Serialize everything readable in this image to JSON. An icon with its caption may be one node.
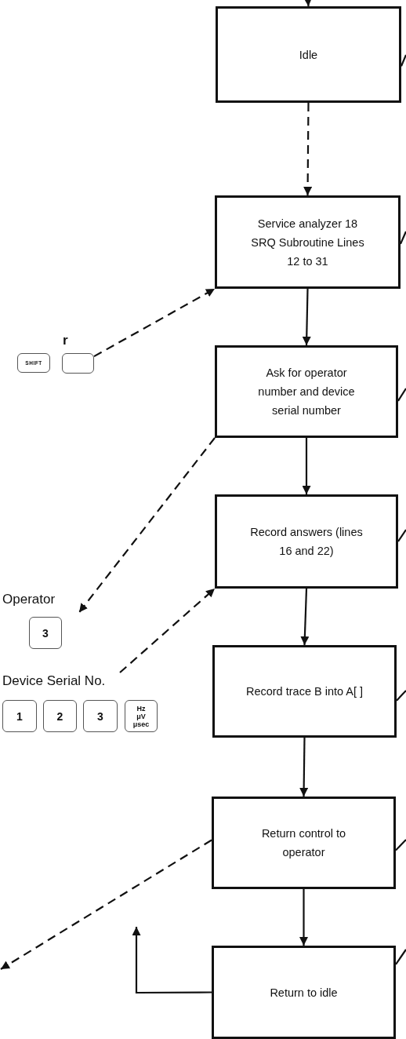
{
  "diagram": {
    "nodes": [
      {
        "text": [
          "Idle"
        ]
      },
      {
        "text": [
          "Service analyzer 18 SRQ Subroutine Lines 12 to 31"
        ]
      },
      {
        "text": [
          "SHIFT"
        ]
      },
      {
        "text": [
          "r"
        ]
      },
      {
        "text": [
          "Ask for operator number and device serial number"
        ]
      },
      {
        "text": [
          "Record answers (lines 16 and 22)"
        ]
      },
      {
        "text": [
          "Operator"
        ]
      },
      {
        "text": [
          "3"
        ]
      },
      {
        "text": [
          "Device Serial No."
        ]
      },
      {
        "text": [
          "1"
        ]
      },
      {
        "text": [
          "2"
        ]
      },
      {
        "text": [
          "3"
        ]
      },
      {
        "text": [
          "Hz μV μsec"
        ]
      },
      {
        "text": [
          "Record trace B into A[ ]"
        ]
      },
      {
        "text": [
          "Return control to operator"
        ]
      },
      {
        "text": [
          "Return to idle"
        ]
      }
    ],
    "edges": [
      {
        "from": null,
        "to": 0,
        "arrow": "to"
      },
      {
        "from": 0,
        "to": 1,
        "arrow": "to",
        "style": "dashed"
      },
      {
        "from": 1,
        "to": 4,
        "arrow": "to"
      },
      {
        "from": 4,
        "to": 5,
        "arrow": "to"
      },
      {
        "from": 5,
        "to": 13,
        "arrow": "to"
      },
      {
        "from": 13,
        "to": 14,
        "arrow": "to"
      },
      {
        "from": 14,
        "to": 15,
        "arrow": "to"
      },
      {
        "from": 3,
        "to": 1,
        "arrow": "to",
        "style": "dashed"
      },
      {
        "from": 4,
        "to": 6,
        "arrow": "to",
        "style": "dashed"
      },
      {
        "from": 8,
        "to": 5,
        "arrow": "to",
        "style": "dashed"
      },
      {
        "from": 14,
        "to": null,
        "arrow": "to",
        "style": "dashed"
      },
      {
        "from": 15,
        "to": null,
        "arrow": "to"
      },
      {
        "from": 0,
        "to": null,
        "arrow": "none"
      },
      {
        "from": 1,
        "to": null,
        "arrow": "none"
      },
      {
        "from": 4,
        "to": null,
        "arrow": "none"
      },
      {
        "from": 5,
        "to": null,
        "arrow": "none"
      },
      {
        "from": 13,
        "to": null,
        "arrow": "none"
      },
      {
        "from": 14,
        "to": null,
        "arrow": "none"
      },
      {
        "from": 15,
        "to": null,
        "arrow": "none"
      }
    ]
  }
}
